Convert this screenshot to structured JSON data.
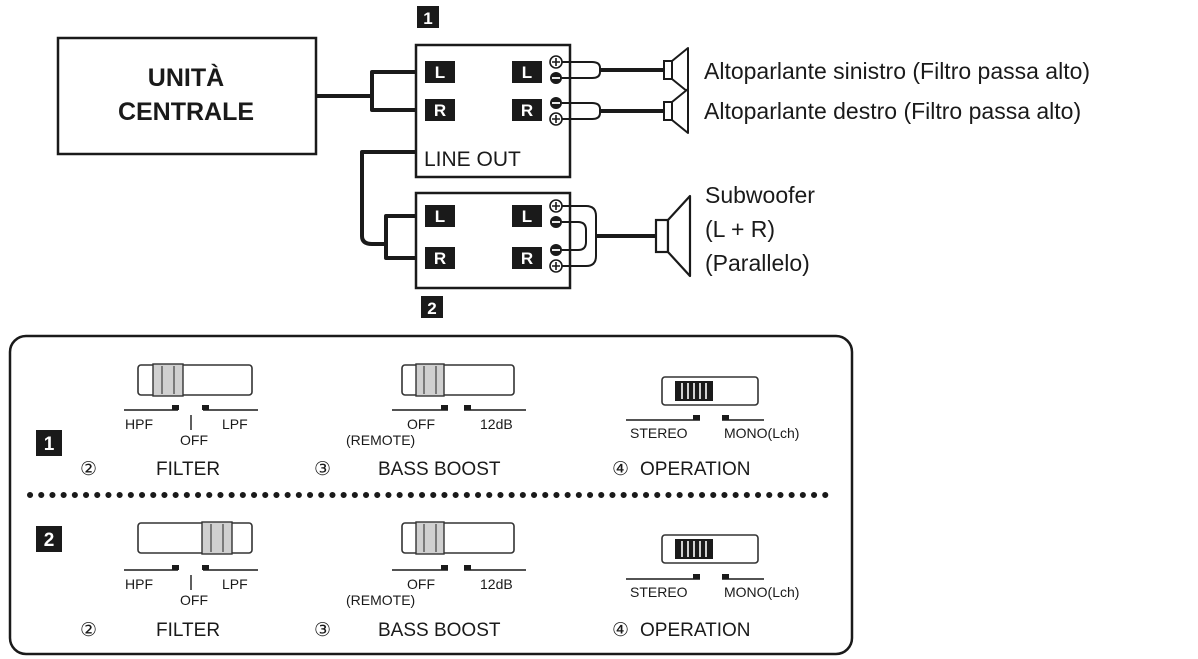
{
  "diagram": {
    "head_unit": {
      "line1": "UNITÀ",
      "line2": "CENTRALE"
    },
    "amp1": {
      "badge": "1",
      "in_l": "L",
      "in_r": "R",
      "out_l": "L",
      "out_r": "R",
      "line_out": "LINE OUT"
    },
    "amp2": {
      "badge": "2",
      "in_l": "L",
      "in_r": "R",
      "out_l": "L",
      "out_r": "R"
    },
    "speakers": {
      "left": "Altoparlante sinistro (Filtro passa alto)",
      "right": "Altoparlante destro (Filtro passa alto)",
      "sub_line1": "Subwoofer",
      "sub_line2": "(L + R)",
      "sub_line3": "(Parallelo)"
    }
  },
  "settings": {
    "row1": {
      "badge": "1",
      "filter": {
        "num": "②",
        "title": "FILTER",
        "hpf": "HPF",
        "off": "OFF",
        "lpf": "LPF",
        "position": "hpf"
      },
      "bass": {
        "num": "③",
        "title": "BASS BOOST",
        "off": "OFF",
        "remote": "(REMOTE)",
        "db": "12dB",
        "position": "off"
      },
      "operation": {
        "num": "④",
        "title": "OPERATION",
        "stereo": "STEREO",
        "mono": "MONO(Lch)",
        "position": "stereo"
      }
    },
    "row2": {
      "badge": "2",
      "filter": {
        "num": "②",
        "title": "FILTER",
        "hpf": "HPF",
        "off": "OFF",
        "lpf": "LPF",
        "position": "lpf"
      },
      "bass": {
        "num": "③",
        "title": "BASS BOOST",
        "off": "OFF",
        "remote": "(REMOTE)",
        "db": "12dB",
        "position": "off"
      },
      "operation": {
        "num": "④",
        "title": "OPERATION",
        "stereo": "STEREO",
        "mono": "MONO(Lch)",
        "position": "stereo"
      }
    }
  }
}
